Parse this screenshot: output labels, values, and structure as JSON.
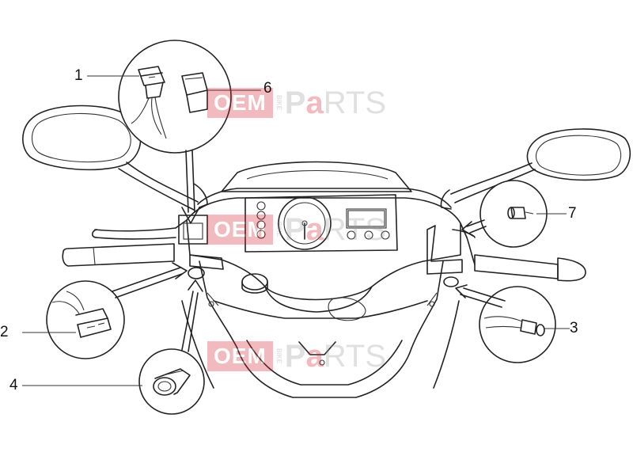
{
  "callouts": [
    {
      "id": "1",
      "label": "1"
    },
    {
      "id": "2",
      "label": "2"
    },
    {
      "id": "3",
      "label": "3"
    },
    {
      "id": "4",
      "label": "4"
    },
    {
      "id": "6",
      "label": "6"
    },
    {
      "id": "7",
      "label": "7"
    }
  ],
  "watermark": {
    "left_part": "OEM",
    "small_part": "BIKE",
    "right_part_a": "P",
    "right_part_b": "a",
    "right_part_c": "RTS"
  },
  "colors": {
    "watermark_red": "#d21f2b",
    "watermark_gray": "#9a9a9a",
    "line": "#222222"
  }
}
